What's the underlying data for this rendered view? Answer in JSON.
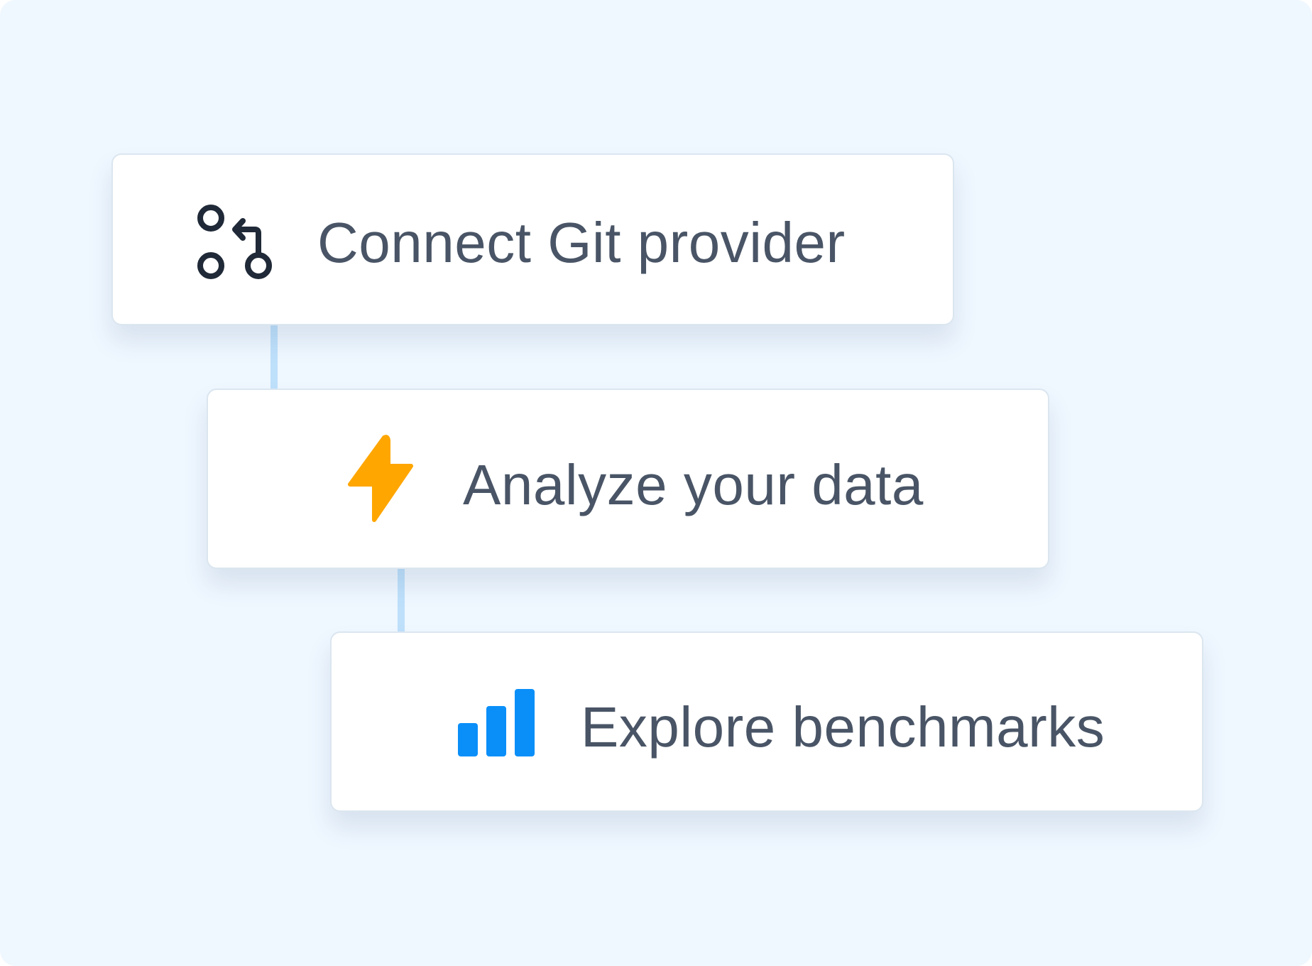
{
  "steps": [
    {
      "label": "Connect Git provider",
      "icon": "git-pull-request-icon",
      "icon_color": "#1f2937"
    },
    {
      "label": "Analyze your data",
      "icon": "lightning-bolt-icon",
      "icon_color": "#ffa600"
    },
    {
      "label": "Explore benchmarks",
      "icon": "bar-chart-icon",
      "icon_color": "#0a8ff9"
    }
  ],
  "colors": {
    "background": "#eff7ff",
    "card": "#ffffff",
    "card_border": "#dbe6ef",
    "connector": "#bee0fb",
    "text": "#495566"
  }
}
